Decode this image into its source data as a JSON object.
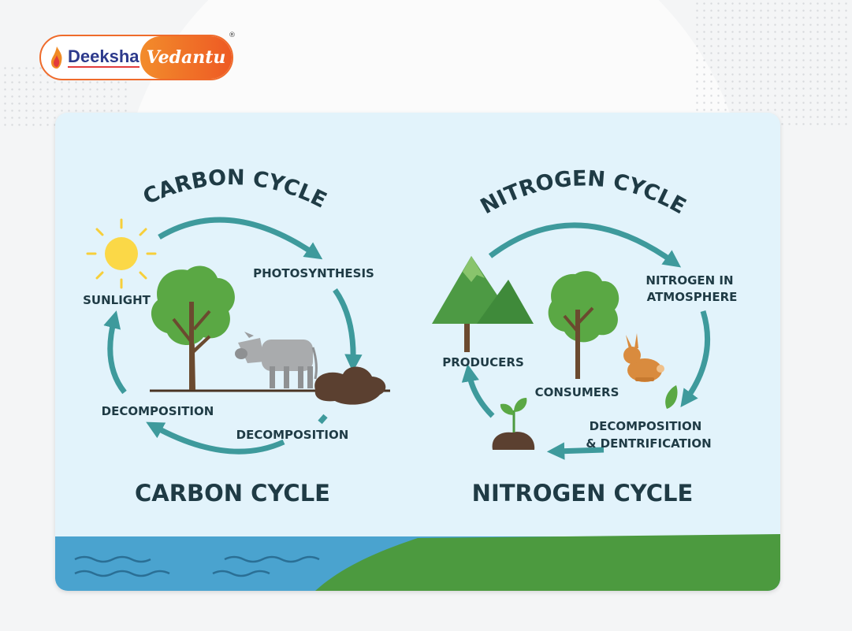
{
  "brand": {
    "logo_left": "Deeksha",
    "logo_right": "Vedantu",
    "registered_mark": "®"
  },
  "carbon": {
    "arc_title": "CARBON CYCLE",
    "title": "CARBON CYCLE",
    "labels": {
      "sunlight": "SUNLIGHT",
      "photosynthesis": "PHOTOSYNTHESIS",
      "decomposition_left": "DECOMPOSITION",
      "decomposition_bottom": "DECOMPOSITION"
    }
  },
  "nitrogen": {
    "arc_title": "NITROGEN CYCLE",
    "title": "NITROGEN CYCLE",
    "labels": {
      "atmosphere_line1": "NITROGEN IN",
      "atmosphere_line2": "ATMOSPHERE",
      "producers": "PRODUCERS",
      "consumers": "CONSUMERS",
      "decomp_line1": "DECOMPOSITION",
      "decomp_line2": "& DENTRIFICATION"
    }
  },
  "colors": {
    "arrow": "#3e9a9c",
    "water": "#4aa3cf",
    "land": "#4c9a3f",
    "card_bg": "#e2f3fb",
    "text": "#1f3b45",
    "brand_orange": "#ef6b2b",
    "brand_blue": "#2d3a8c"
  }
}
